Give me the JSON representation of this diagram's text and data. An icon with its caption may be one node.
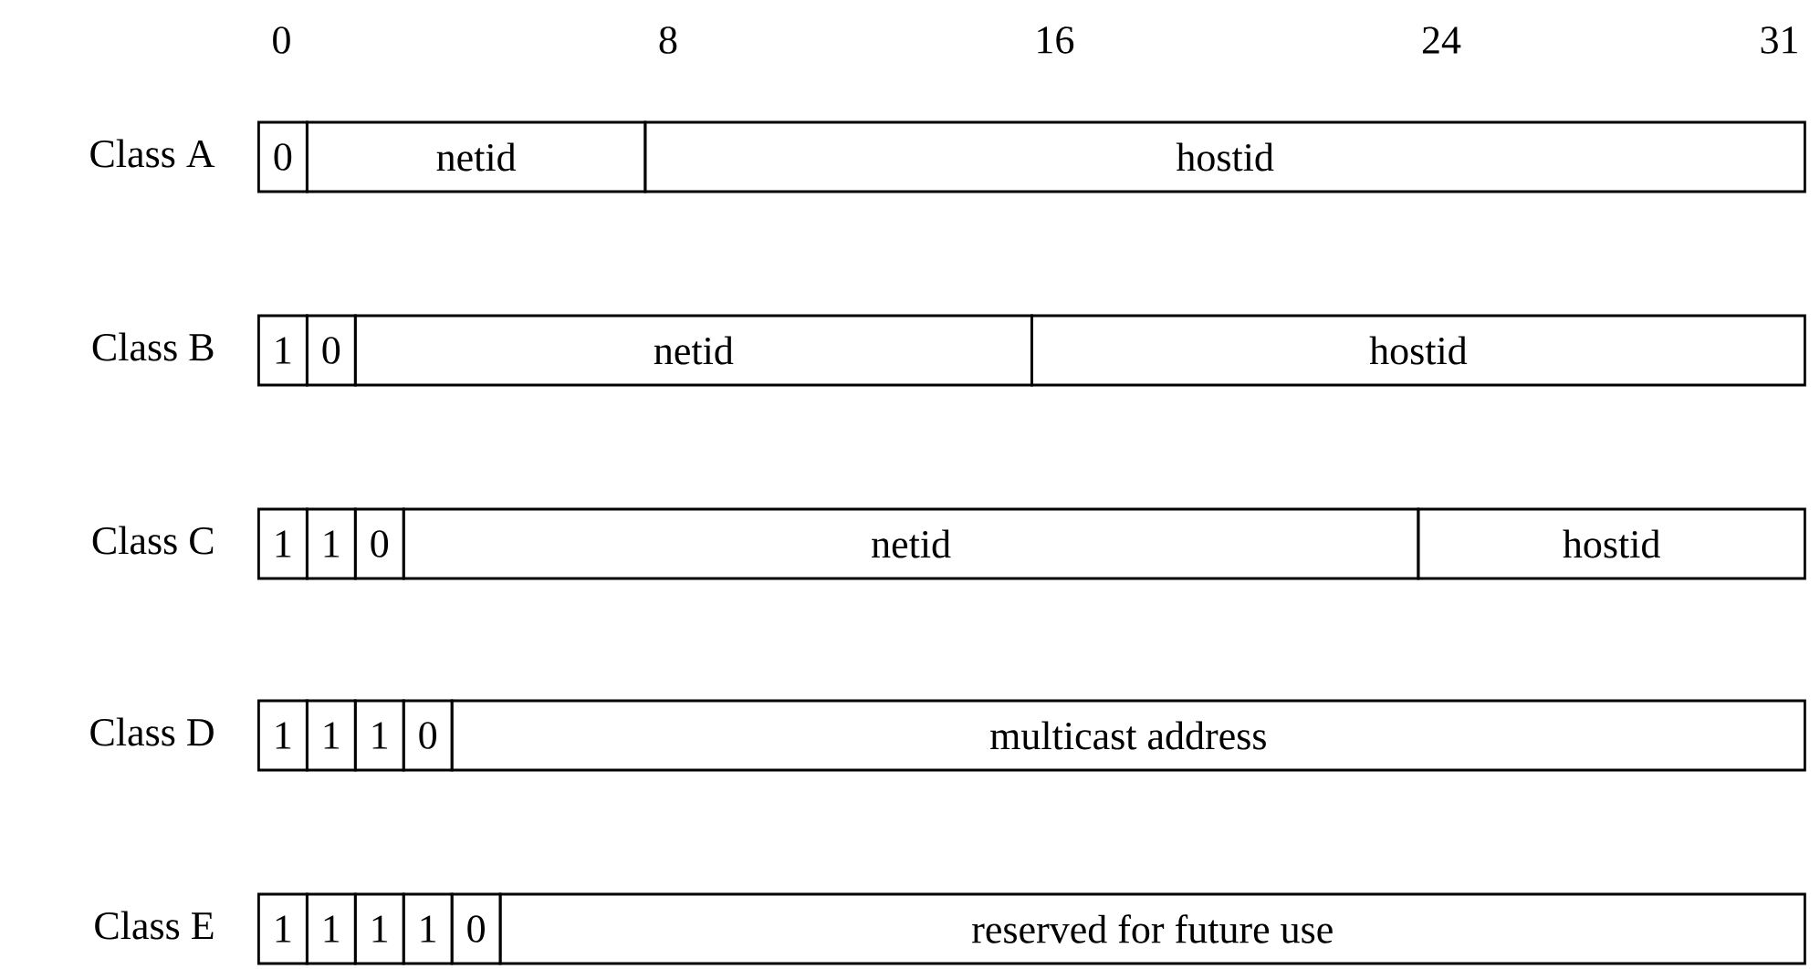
{
  "diagram": {
    "nodes": [
      {
        "text": [
          "0"
        ]
      },
      {
        "text": [
          "netid"
        ]
      },
      {
        "text": [
          "hostid"
        ]
      },
      {
        "text": [
          "1"
        ]
      },
      {
        "text": [
          "0"
        ]
      },
      {
        "text": [
          "netid"
        ]
      },
      {
        "text": [
          "hostid"
        ]
      },
      {
        "text": [
          "1"
        ]
      },
      {
        "text": [
          "1"
        ]
      },
      {
        "text": [
          "0"
        ]
      },
      {
        "text": [
          "netid"
        ]
      },
      {
        "text": [
          "hostid"
        ]
      },
      {
        "text": [
          "1"
        ]
      },
      {
        "text": [
          "1"
        ]
      },
      {
        "text": [
          "1"
        ]
      },
      {
        "text": [
          "0"
        ]
      },
      {
        "text": [
          "multicast address"
        ]
      },
      {
        "text": [
          "1"
        ]
      },
      {
        "text": [
          "1"
        ]
      },
      {
        "text": [
          "1"
        ]
      },
      {
        "text": [
          "1"
        ]
      },
      {
        "text": [
          "0"
        ]
      },
      {
        "text": [
          "reserved for future use"
        ]
      }
    ],
    "labels": [
      "0",
      "8",
      "16",
      "24",
      "31",
      "Class A",
      "Class B",
      "Class C",
      "Class D",
      "Class E"
    ]
  }
}
